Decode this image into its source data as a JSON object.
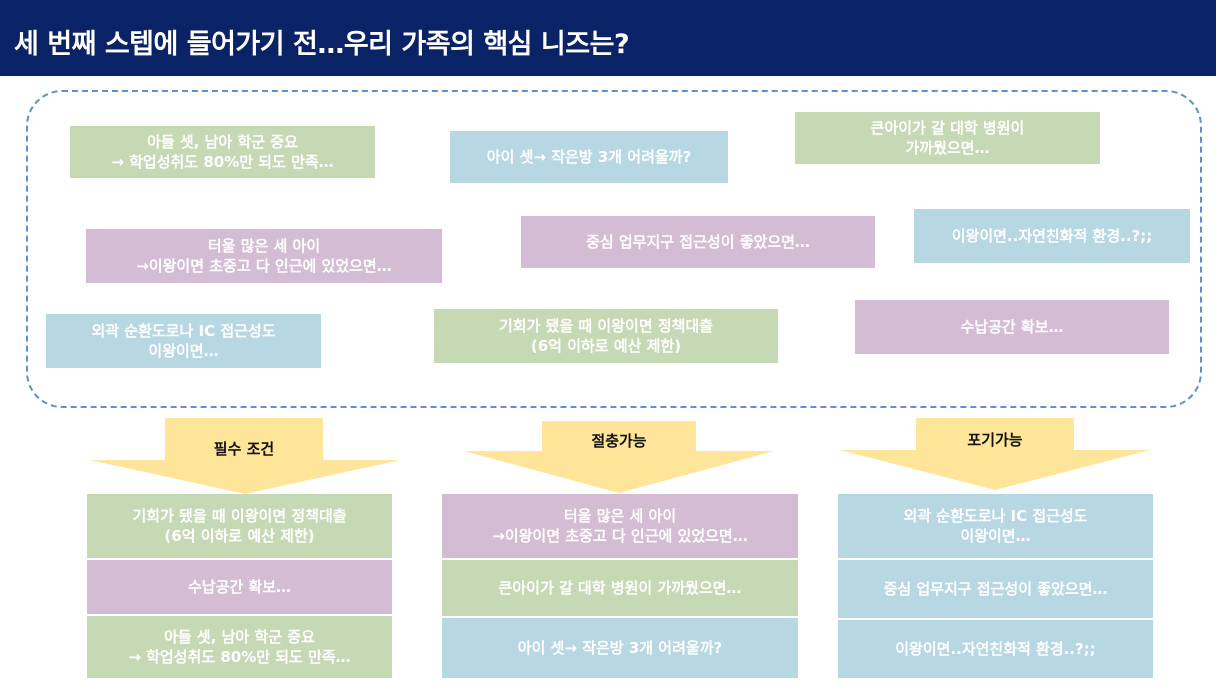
{
  "header": {
    "title": "세 번째 스텝에 들어가기 전…우리 가족의 핵심 니즈는?"
  },
  "colors": {
    "header_bg": "#0a2266",
    "green": "#c5d9b5",
    "purple": "#d4bcd4",
    "blue": "#b7d7e2",
    "arrow": "#ffe599",
    "dashed_border": "#5b8fd6"
  },
  "needs": [
    {
      "id": "school",
      "text": "아들 셋, 남아 학군 중요\n→ 학업성취도 80%만 되도 만족…",
      "color": "green"
    },
    {
      "id": "small-rooms",
      "text": "아이 셋→ 작은방 3개 어려울까?",
      "color": "blue"
    },
    {
      "id": "hospital",
      "text": "큰아이가 갈 대학 병원이\n가까웠으면…",
      "color": "green"
    },
    {
      "id": "nearby-schools",
      "text": "터울 많은 세 아이\n→이왕이면 초중고 다 인근에 있었으면…",
      "color": "purple"
    },
    {
      "id": "business-district",
      "text": "중심 업무지구 접근성이 좋았으면…",
      "color": "purple"
    },
    {
      "id": "nature",
      "text": "이왕이면..자연친화적 환경..?;;",
      "color": "blue"
    },
    {
      "id": "ring-road",
      "text": "외곽 순환도로나 IC 접근성도\n이왕이면…",
      "color": "blue"
    },
    {
      "id": "loan",
      "text": "기회가 됐을 때 이왕이면 정책대출\n(6억 이하로 예산 제한)",
      "color": "green"
    },
    {
      "id": "storage",
      "text": "수납공간 확보…",
      "color": "purple"
    }
  ],
  "categories": [
    {
      "label": "필수 조건",
      "items": [
        {
          "text": "기회가 됐을 때 이왕이면 정책대출\n(6억 이하로 예산 제한)",
          "color": "green"
        },
        {
          "text": "수납공간 확보…",
          "color": "purple"
        },
        {
          "text": "아들 셋, 남아 학군 중요\n→ 학업성취도 80%만 되도 만족…",
          "color": "green"
        }
      ]
    },
    {
      "label": "절충가능",
      "items": [
        {
          "text": "터울 많은 세 아이\n→이왕이면 초중고 다 인근에 있었으면…",
          "color": "purple"
        },
        {
          "text": "큰아이가 갈 대학 병원이 가까웠으면…",
          "color": "green"
        },
        {
          "text": "아이 셋→ 작은방 3개 어려울까?",
          "color": "blue"
        }
      ]
    },
    {
      "label": "포기가능",
      "items": [
        {
          "text": "외곽 순환도로나 IC 접근성도\n이왕이면…",
          "color": "blue"
        },
        {
          "text": "중심 업무지구 접근성이 좋았으면…",
          "color": "blue"
        },
        {
          "text": "이왕이면..자연친화적 환경..?;;",
          "color": "blue"
        }
      ]
    }
  ]
}
